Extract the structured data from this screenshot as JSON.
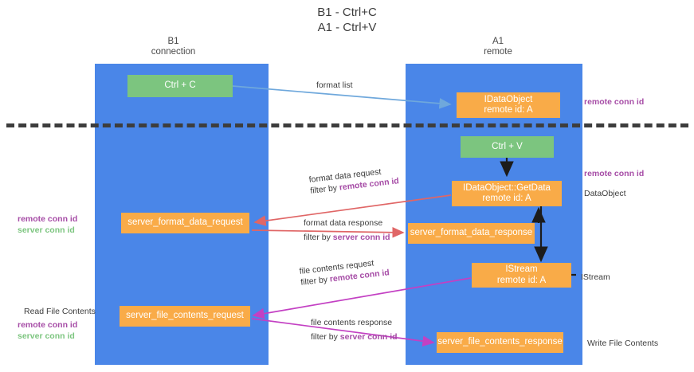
{
  "title": {
    "line1": "B1 - Ctrl+C",
    "line2": "A1 - Ctrl+V"
  },
  "columns": {
    "left": {
      "name": "B1",
      "role": "connection"
    },
    "right": {
      "name": "A1",
      "role": "remote"
    }
  },
  "boxes": {
    "ctrl_c": {
      "line1": "Ctrl + C"
    },
    "idataobject": {
      "line1": "IDataObject",
      "line2": "remote id: A"
    },
    "ctrl_v": {
      "line1": "Ctrl + V"
    },
    "getdata": {
      "line1": "IDataObject::GetData",
      "line2": "remote id: A"
    },
    "server_format_data_request": {
      "line1": "server_format_data_request"
    },
    "server_format_data_response": {
      "line1": "server_format_data_response"
    },
    "istream": {
      "line1": "IStream",
      "line2": "remote id: A"
    },
    "server_file_contents_request": {
      "line1": "server_file_contents_request"
    },
    "server_file_contents_response": {
      "line1": "server_file_contents_response"
    }
  },
  "edge_labels": {
    "format_list": "format list",
    "format_data_request": "format data request",
    "format_data_request_filter_prefix": "filter by ",
    "format_data_request_filter_key": "remote conn id",
    "format_data_response": "format data response",
    "format_data_response_filter_prefix": "filter by ",
    "format_data_response_filter_key": "server conn id",
    "file_contents_request": "file contents request",
    "file_contents_request_filter_prefix": "filter by ",
    "file_contents_request_filter_key": "remote conn id",
    "file_contents_response": "file contents response",
    "file_contents_response_filter_prefix": "filter by ",
    "file_contents_response_filter_key": "server conn id"
  },
  "annotations": {
    "right": {
      "remote_conn_id_top": "remote conn id",
      "remote_conn_id_mid": "remote conn id",
      "dataobject": "DataObject",
      "istream": "IStream",
      "write_file_contents": "Write File Contents"
    },
    "left": {
      "remote_conn_id_a": "remote conn id",
      "server_conn_id_a": "server conn id",
      "read_file_contents": "Read File Contents",
      "remote_conn_id_b": "remote conn id",
      "server_conn_id_b": "server conn id"
    }
  },
  "colors": {
    "lane": "#4a86e8",
    "green_box": "#7cc57f",
    "orange_box": "#f9ab48",
    "purple_text": "#a64ca6",
    "green_text": "#7cc57f",
    "arrow_blue": "#6fa8dc",
    "arrow_red": "#e06666",
    "arrow_magenta": "#c340c3",
    "arrow_black": "#1c1c1c",
    "divider": "#3d3d3d"
  }
}
